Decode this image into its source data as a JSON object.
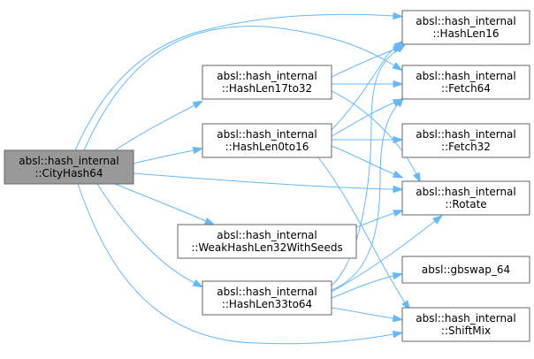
{
  "graph": {
    "root": "n0",
    "nodes": [
      {
        "id": "n0",
        "lines": [
          "absl::hash_internal",
          "::CityHash64"
        ]
      },
      {
        "id": "n1",
        "lines": [
          "absl::hash_internal",
          "::HashLen16"
        ]
      },
      {
        "id": "n2",
        "lines": [
          "absl::hash_internal",
          "::HashLen17to32"
        ]
      },
      {
        "id": "n3",
        "lines": [
          "absl::hash_internal",
          "::Fetch64"
        ]
      },
      {
        "id": "n4",
        "lines": [
          "absl::hash_internal",
          "::HashLen0to16"
        ]
      },
      {
        "id": "n5",
        "lines": [
          "absl::hash_internal",
          "::Fetch32"
        ]
      },
      {
        "id": "n6",
        "lines": [
          "absl::hash_internal",
          "::Rotate"
        ]
      },
      {
        "id": "n7",
        "lines": [
          "absl::hash_internal",
          "::WeakHashLen32WithSeeds"
        ]
      },
      {
        "id": "n8",
        "lines": [
          "absl::hash_internal",
          "::HashLen33to64"
        ]
      },
      {
        "id": "n9",
        "lines": [
          "absl::gbswap_64"
        ]
      },
      {
        "id": "n10",
        "lines": [
          "absl::hash_internal",
          "::ShiftMix"
        ]
      }
    ],
    "edges": [
      [
        "n0",
        "n1"
      ],
      [
        "n0",
        "n2"
      ],
      [
        "n0",
        "n3"
      ],
      [
        "n0",
        "n4"
      ],
      [
        "n0",
        "n6"
      ],
      [
        "n0",
        "n7"
      ],
      [
        "n0",
        "n8"
      ],
      [
        "n0",
        "n10"
      ],
      [
        "n2",
        "n1"
      ],
      [
        "n2",
        "n3"
      ],
      [
        "n2",
        "n6"
      ],
      [
        "n4",
        "n1"
      ],
      [
        "n4",
        "n3"
      ],
      [
        "n4",
        "n5"
      ],
      [
        "n4",
        "n6"
      ],
      [
        "n4",
        "n10"
      ],
      [
        "n7",
        "n6"
      ],
      [
        "n8",
        "n3"
      ],
      [
        "n8",
        "n6"
      ],
      [
        "n8",
        "n9"
      ],
      [
        "n8",
        "n10"
      ],
      [
        "n8",
        "n1"
      ]
    ]
  },
  "colors": {
    "edge": "#63b8ff",
    "node_border": "#666666",
    "root_fill": "#999999",
    "node_fill": "#ffffff"
  }
}
